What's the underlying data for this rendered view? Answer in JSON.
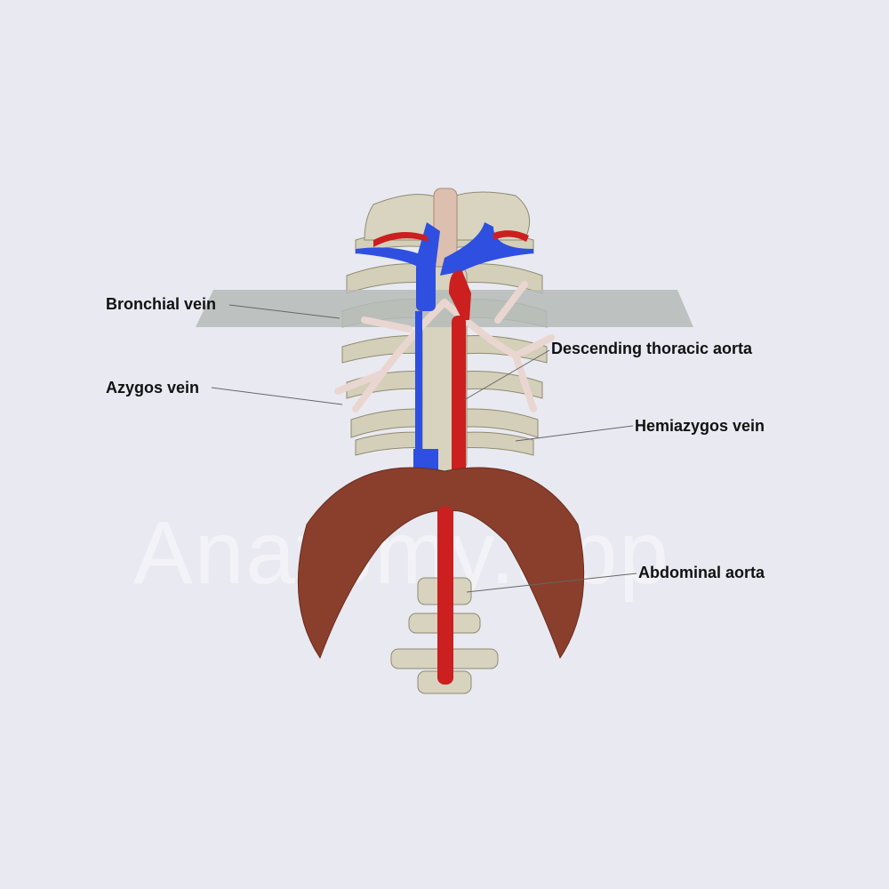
{
  "watermark": "Anatomy.app",
  "labels": {
    "bronchial_vein": "Bronchial vein",
    "azygos_vein": "Azygos vein",
    "descending_thoracic_aorta": "Descending thoracic aorta",
    "hemiazygos_vein": "Hemiazygos vein",
    "abdominal_aorta": "Abdominal aorta"
  },
  "colors": {
    "background": "#e9eaf1",
    "artery": "#cc1f1f",
    "vein": "#2f4fe0",
    "bone": "#d9d4c0",
    "muscle": "#8a3f2c",
    "bronchi": "#ecd9d4",
    "plane": "#b5bbb9"
  }
}
